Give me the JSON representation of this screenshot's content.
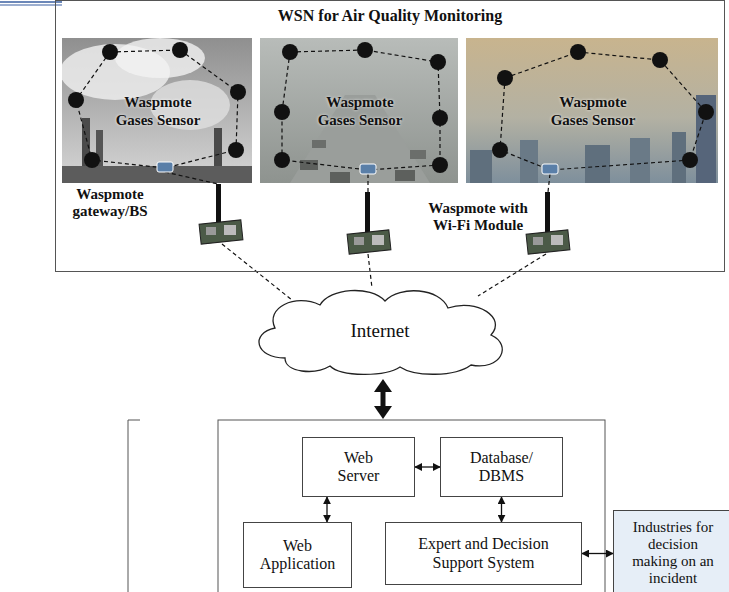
{
  "diagram": {
    "nodes": [
      {
        "text": [
          "WSN for Air Quality Monitoring"
        ]
      },
      {
        "text": [
          "Waspmote Gases Sensor"
        ],
        "in": 0
      },
      {
        "text": [
          "Waspmote Gases Sensor"
        ],
        "in": 0
      },
      {
        "text": [
          "Waspmote Gases Sensor"
        ],
        "in": 0
      },
      {
        "text": [
          "Internet"
        ]
      },
      {
        "text": [
          "Web Server"
        ]
      },
      {
        "text": [
          "Database/ DBMS"
        ]
      },
      {
        "text": [
          "Web Application"
        ]
      },
      {
        "text": [
          "Expert and Decision Support System"
        ]
      },
      {
        "text": [
          "Industries for decision making on an incident"
        ]
      }
    ],
    "edges": [
      {
        "from": 5,
        "to": 6,
        "arrow": "both"
      },
      {
        "from": 5,
        "to": 7,
        "arrow": "both"
      },
      {
        "from": 6,
        "to": 8,
        "arrow": "both"
      },
      {
        "from": 8,
        "to": 9,
        "arrow": "both"
      }
    ],
    "labels": [
      "Waspmote gateway/BS",
      "Waspmote with Wi-Fi Module"
    ]
  }
}
